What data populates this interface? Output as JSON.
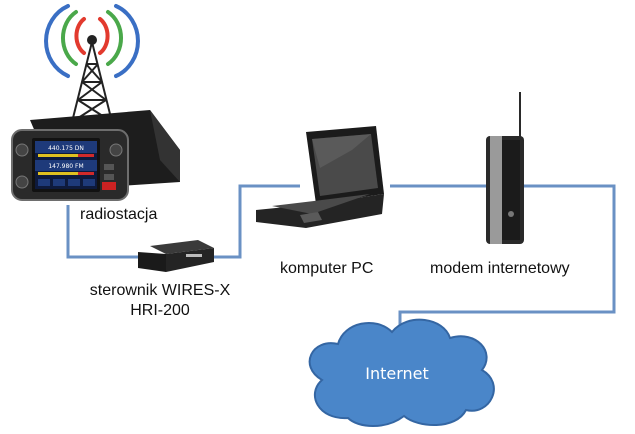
{
  "labels": {
    "radio": "radiostacja",
    "controller_line1": "sterownik WIRES-X",
    "controller_line2": "HRI-200",
    "computer": "komputer PC",
    "modem": "modem internetowy",
    "cloud": "Internet"
  },
  "radio_display": {
    "freq_top": "440.175 DN",
    "freq_bottom": "147.980 FM"
  },
  "colors": {
    "connector_line": "#6a91c4",
    "cloud_fill": "#4a86c9",
    "cloud_stroke": "#3466a3",
    "signal_red": "#e23a2e",
    "signal_green": "#4aa84a",
    "signal_blue": "#3a6fc4"
  }
}
